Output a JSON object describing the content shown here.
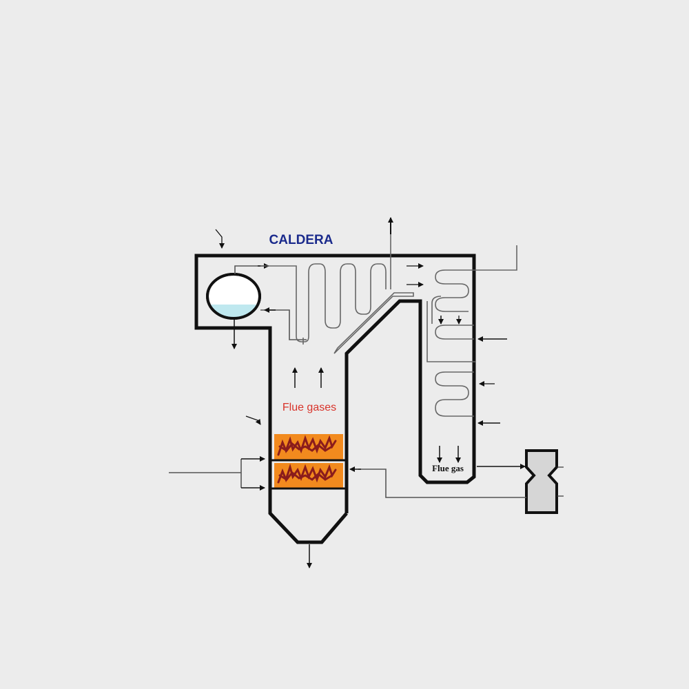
{
  "diagram": {
    "title": "CALDERA",
    "furnace_label": "Flue gases",
    "outlet_label": "Flue gas"
  },
  "colors": {
    "wall": "#111111",
    "pipe": "#666666",
    "water": "#bfe8ef",
    "bed_fire": "#f28a1e",
    "bed_char": "#8a1c1c",
    "title": "#1a2a8c",
    "furnace_label": "#d8332a"
  }
}
